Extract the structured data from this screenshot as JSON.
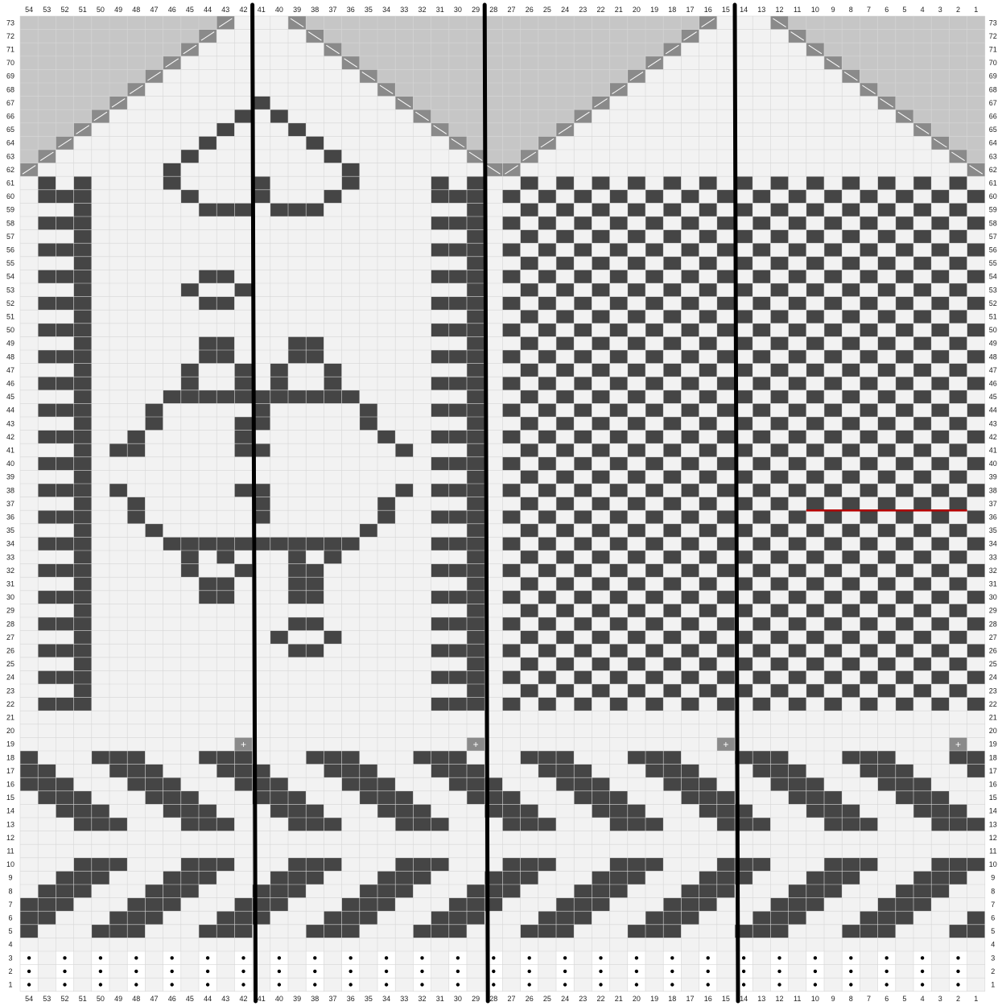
{
  "chart": {
    "columns": 54,
    "rows": 73,
    "column_labels": [
      "54",
      "53",
      "52",
      "51",
      "50",
      "49",
      "48",
      "47",
      "46",
      "45",
      "44",
      "43",
      "42",
      "41",
      "40",
      "39",
      "38",
      "37",
      "36",
      "35",
      "34",
      "33",
      "32",
      "31",
      "30",
      "29",
      "28",
      "27",
      "26",
      "25",
      "24",
      "23",
      "22",
      "21",
      "20",
      "19",
      "18",
      "17",
      "16",
      "15",
      "14",
      "13",
      "12",
      "11",
      "10",
      "9",
      "8",
      "7",
      "6",
      "5",
      "4",
      "3",
      "2",
      "1"
    ],
    "row_labels": [
      "73",
      "72",
      "71",
      "70",
      "69",
      "68",
      "67",
      "66",
      "65",
      "64",
      "63",
      "62",
      "61",
      "60",
      "59",
      "58",
      "57",
      "56",
      "55",
      "54",
      "53",
      "52",
      "51",
      "50",
      "49",
      "48",
      "47",
      "46",
      "45",
      "44",
      "43",
      "42",
      "41",
      "40",
      "39",
      "38",
      "37",
      "36",
      "35",
      "34",
      "33",
      "32",
      "31",
      "30",
      "29",
      "28",
      "27",
      "26",
      "25",
      "24",
      "23",
      "22",
      "21",
      "20",
      "19",
      "18",
      "17",
      "16",
      "15",
      "14",
      "13",
      "12",
      "11",
      "10",
      "9",
      "8",
      "7",
      "6",
      "5",
      "4",
      "3",
      "2",
      "1"
    ],
    "colors": {
      "background": "#f2f2f2",
      "grid": "#d6d6d6",
      "filled": "#454545",
      "no_stitch": "#c6c6c6",
      "decrease": "#8a8a8a",
      "section_line": "#000000",
      "marker": "#b30000"
    },
    "symbols": {
      "filled": "dark-stitch",
      "decrease_left": "/",
      "decrease_right": "\\",
      "increase": "+",
      "purl": "•"
    },
    "section_dividers_after_column": [
      "41",
      "28",
      "14"
    ],
    "marker_line": {
      "row": "37",
      "from_column": "10",
      "to_column": "2"
    }
  }
}
